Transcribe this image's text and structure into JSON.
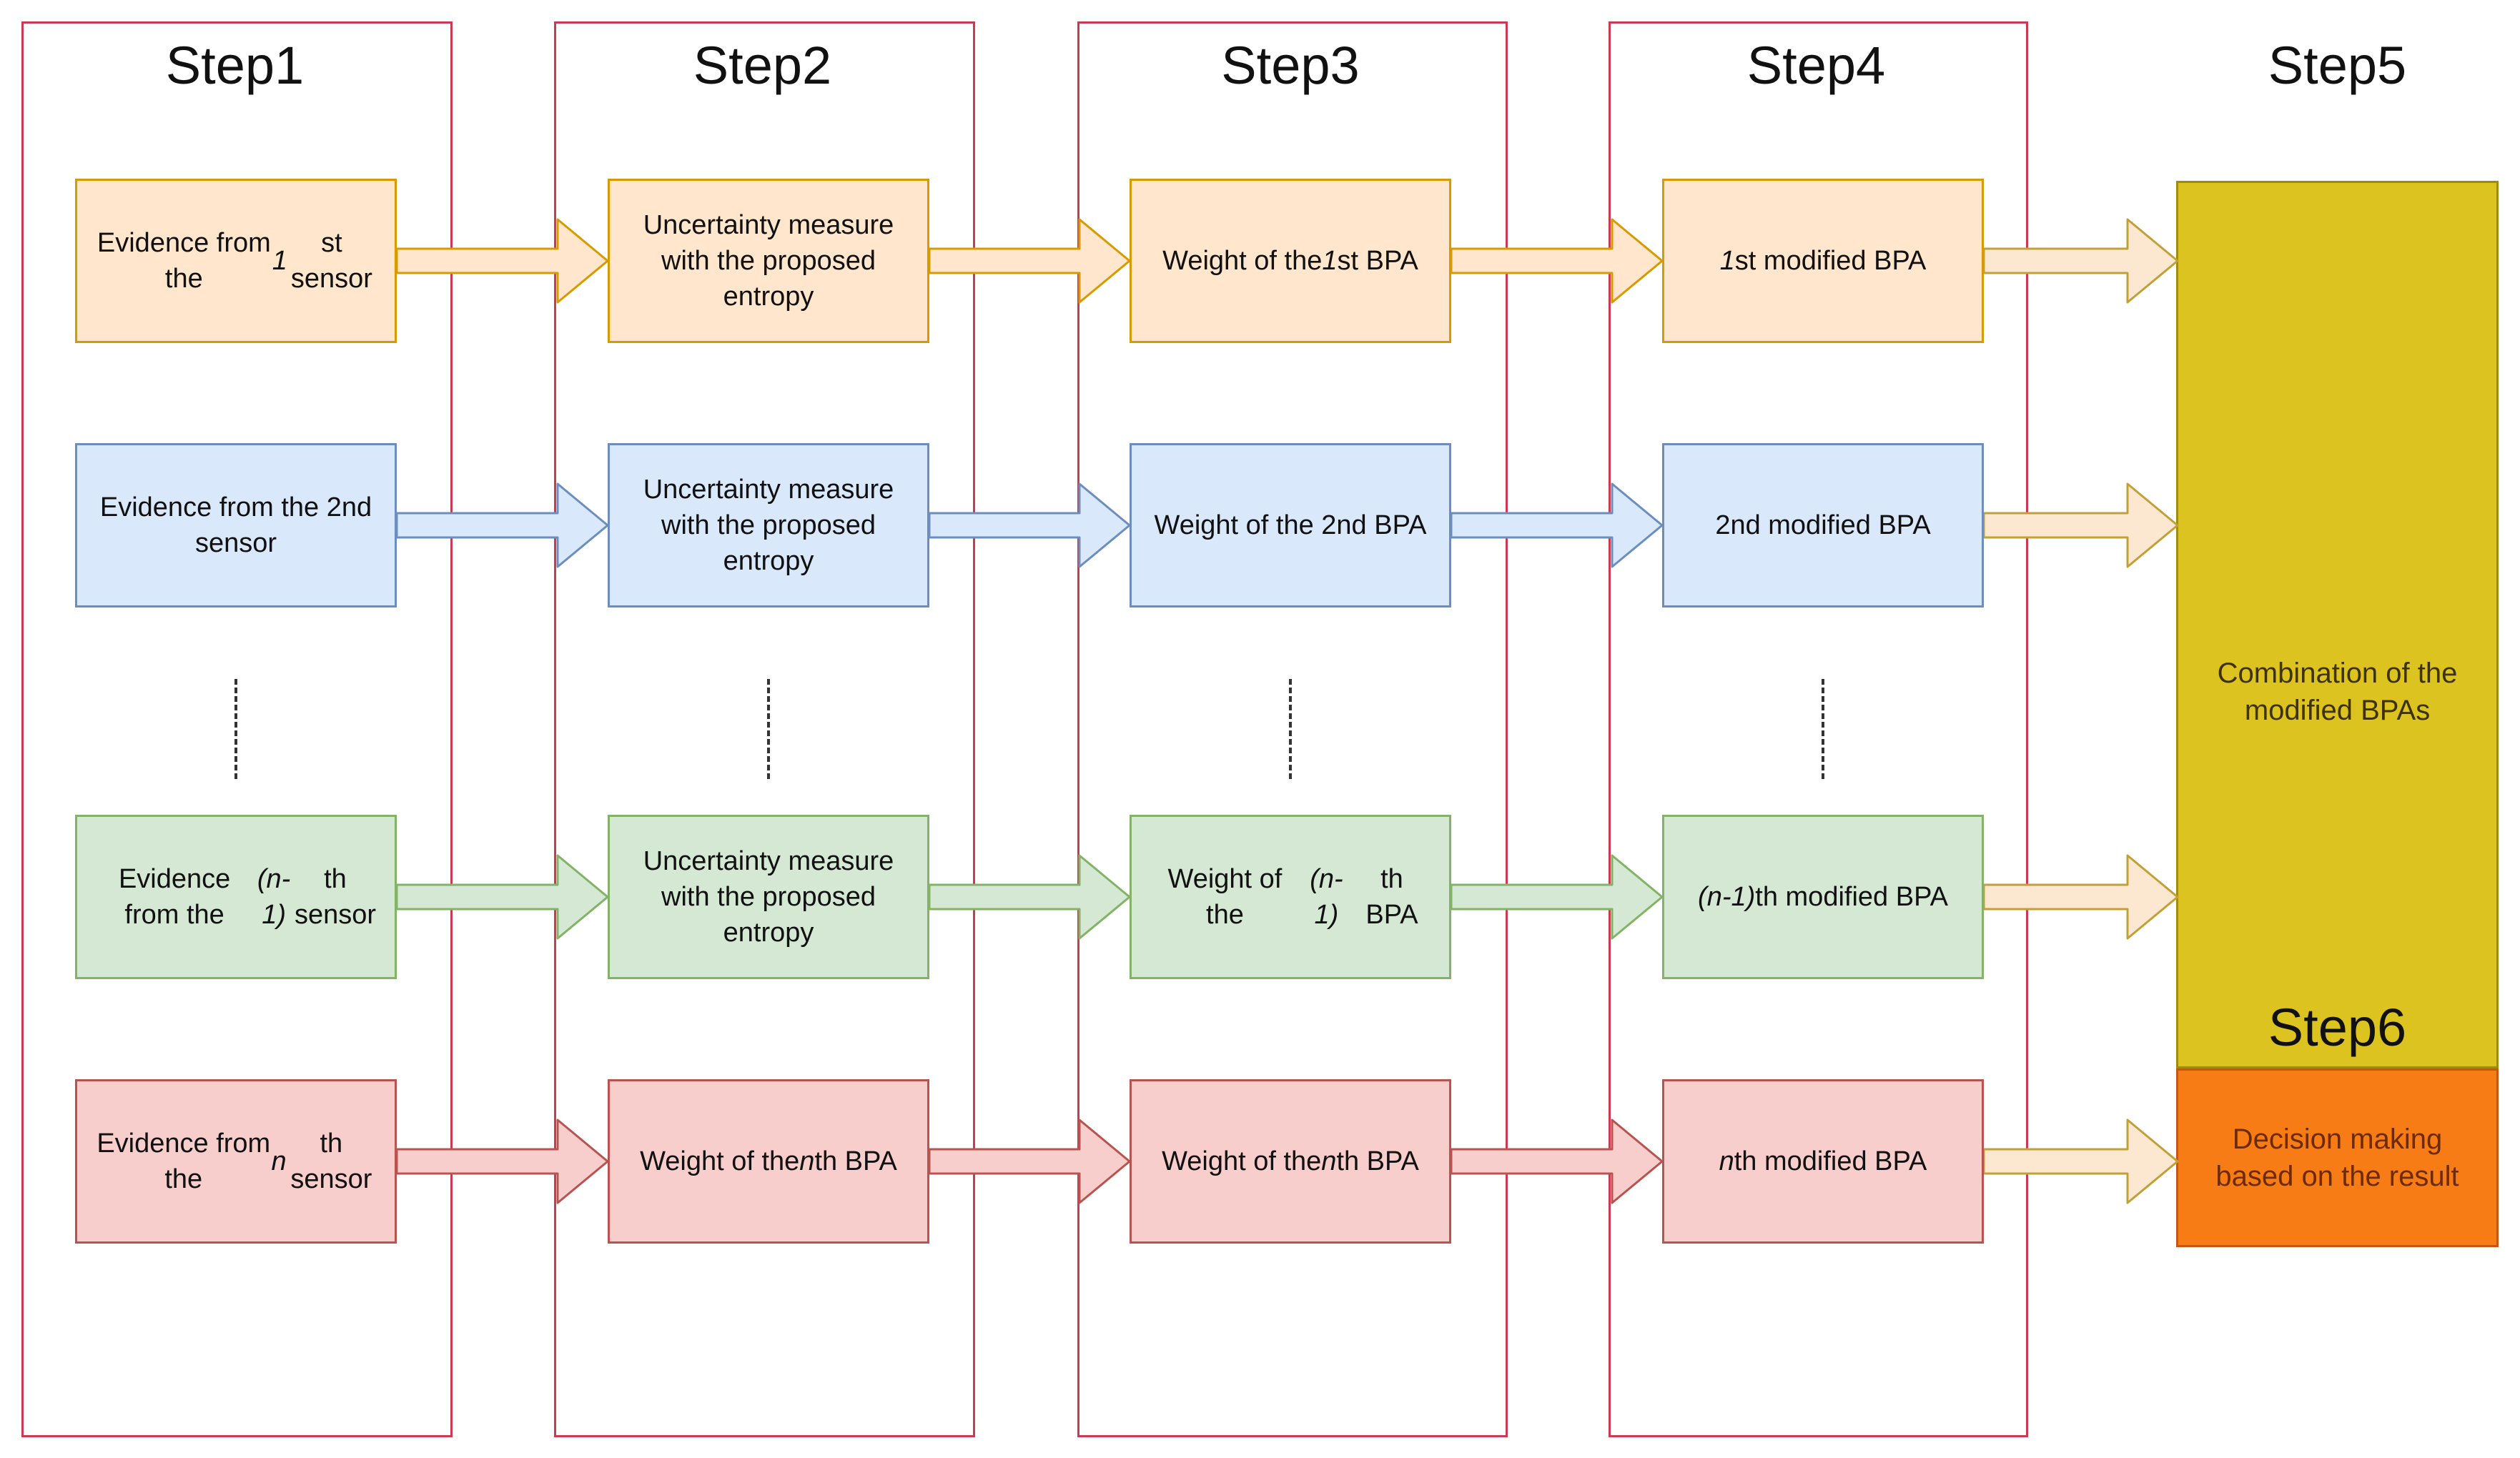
{
  "headers": {
    "step1": "Step1",
    "step2": "Step2",
    "step3": "Step3",
    "step4": "Step4",
    "step5": "Step5",
    "step6": "Step6"
  },
  "palette": {
    "orange": {
      "fill": "#ffe6cc",
      "stroke": "#d79b00"
    },
    "blue": {
      "fill": "#dae8fc",
      "stroke": "#6c8ebf"
    },
    "green": {
      "fill": "#d5e8d4",
      "stroke": "#82b366"
    },
    "pink": {
      "fill": "#f8cecc",
      "stroke": "#b85450"
    },
    "gold_arrow": {
      "fill": "#fce8d0",
      "stroke": "#c2a038"
    },
    "column_frame": "#c93b50",
    "combine_box": {
      "fill": "#ddc31f",
      "stroke": "#a18c08"
    },
    "decision_box": {
      "fill": "#f87c15",
      "stroke": "#c8560e"
    }
  },
  "rows": [
    {
      "palette": "orange"
    },
    {
      "palette": "blue"
    },
    {
      "palette": "green"
    },
    {
      "palette": "pink"
    }
  ],
  "grid": {
    "r1": {
      "c1": [
        {
          "t": "Evidence from the "
        },
        {
          "t": "1",
          "i": true
        },
        {
          "t": "st sensor"
        }
      ],
      "c2": [
        {
          "t": "Uncertainty measure with the proposed entropy"
        }
      ],
      "c3": [
        {
          "t": "Weight of the "
        },
        {
          "t": "1",
          "i": true
        },
        {
          "t": "st BPA"
        }
      ],
      "c4": [
        {
          "t": "1",
          "i": true
        },
        {
          "t": "st modified BPA"
        }
      ]
    },
    "r2": {
      "c1": [
        {
          "t": "Evidence from the 2nd sensor"
        }
      ],
      "c2": [
        {
          "t": "Uncertainty measure with the proposed entropy"
        }
      ],
      "c3": [
        {
          "t": "Weight of the 2nd BPA"
        }
      ],
      "c4": [
        {
          "t": "2nd modified BPA"
        }
      ]
    },
    "r3": {
      "c1": [
        {
          "t": "Evidence from the "
        },
        {
          "t": "(n-1)",
          "i": true
        },
        {
          "t": "th sensor"
        }
      ],
      "c2": [
        {
          "t": "Uncertainty measure with the proposed entropy"
        }
      ],
      "c3": [
        {
          "t": "Weight of the "
        },
        {
          "t": "(n-1)",
          "i": true
        },
        {
          "t": "th BPA"
        }
      ],
      "c4": [
        {
          "t": "(n-1)",
          "i": true
        },
        {
          "t": "th  modified BPA"
        }
      ]
    },
    "r4": {
      "c1": [
        {
          "t": "Evidence from the "
        },
        {
          "t": "n",
          "i": true
        },
        {
          "t": "th sensor"
        }
      ],
      "c2": [
        {
          "t": "Weight of the "
        },
        {
          "t": "n",
          "i": true
        },
        {
          "t": "th BPA"
        }
      ],
      "c3": [
        {
          "t": "Weight of the "
        },
        {
          "t": "n",
          "i": true
        },
        {
          "t": "th BPA"
        }
      ],
      "c4": [
        {
          "t": "n",
          "i": true
        },
        {
          "t": "th modified BPA"
        }
      ]
    }
  },
  "combine_label": [
    {
      "t": "Combination of the modified BPAs"
    }
  ],
  "decision_label": [
    {
      "t": "Decision making based on the result"
    }
  ]
}
